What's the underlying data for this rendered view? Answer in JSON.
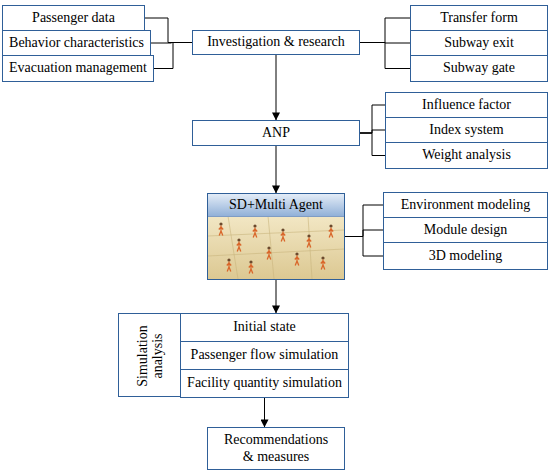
{
  "diagram": {
    "nodes": [
      {
        "text": [
          "Passenger data"
        ]
      },
      {
        "text": [
          "Behavior characteristics"
        ]
      },
      {
        "text": [
          "Evacuation management"
        ]
      },
      {
        "text": [
          "Investigation & research"
        ]
      },
      {
        "text": [
          "Transfer form"
        ]
      },
      {
        "text": [
          "Subway exit"
        ]
      },
      {
        "text": [
          "Subway gate"
        ]
      },
      {
        "text": [
          "ANP"
        ]
      },
      {
        "text": [
          "Influence factor"
        ]
      },
      {
        "text": [
          "Index system"
        ]
      },
      {
        "text": [
          "Weight analysis"
        ]
      },
      {
        "text": [
          "SD+Multi Agent"
        ]
      },
      {
        "text": [
          "Environment modeling"
        ]
      },
      {
        "text": [
          "Module design"
        ]
      },
      {
        "text": [
          "3D modeling"
        ]
      },
      {
        "text": [
          "Simulation analysis"
        ]
      },
      {
        "text": [
          "Initial state"
        ],
        "in": 15
      },
      {
        "text": [
          "Passenger flow simulation"
        ],
        "in": 15
      },
      {
        "text": [
          "Facility quantity simulation"
        ],
        "in": 15
      },
      {
        "text": [
          "Recommendations & measures"
        ]
      }
    ],
    "edges": [
      {
        "from": 0,
        "to": 3,
        "arrow": "none"
      },
      {
        "from": 1,
        "to": 3,
        "arrow": "none"
      },
      {
        "from": 2,
        "to": 3,
        "arrow": "none"
      },
      {
        "from": 3,
        "to": 4,
        "arrow": "none"
      },
      {
        "from": 3,
        "to": 5,
        "arrow": "none"
      },
      {
        "from": 3,
        "to": 6,
        "arrow": "none"
      },
      {
        "from": 3,
        "to": 7,
        "arrow": "to"
      },
      {
        "from": 7,
        "to": 8,
        "arrow": "none"
      },
      {
        "from": 7,
        "to": 9,
        "arrow": "none"
      },
      {
        "from": 7,
        "to": 10,
        "arrow": "none"
      },
      {
        "from": 7,
        "to": 11,
        "arrow": "to"
      },
      {
        "from": 11,
        "to": 12,
        "arrow": "none"
      },
      {
        "from": 11,
        "to": 13,
        "arrow": "none"
      },
      {
        "from": 11,
        "to": 14,
        "arrow": "none"
      },
      {
        "from": 11,
        "to": 16,
        "arrow": "to"
      },
      {
        "from": 18,
        "to": 19,
        "arrow": "to"
      }
    ]
  }
}
